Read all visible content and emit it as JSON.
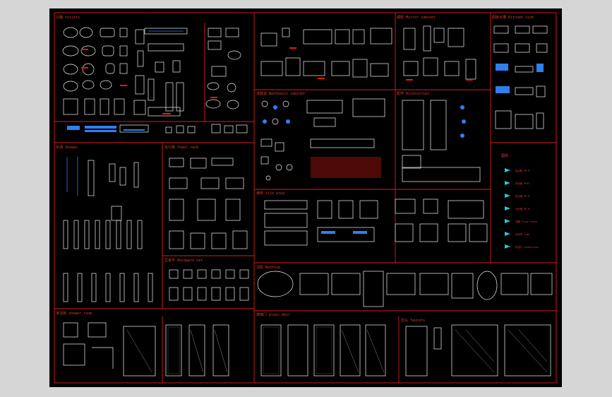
{
  "sections": [
    {
      "id": "toilets",
      "label": "马桶 toilets"
    },
    {
      "id": "washbasin",
      "label": "洗脸盆 Washbasin cabinet"
    },
    {
      "id": "mirror",
      "label": "镜柜 Mirror cabinet"
    },
    {
      "id": "kitchen-sink",
      "label": "厨房水槽 Kitchen sink"
    },
    {
      "id": "shower",
      "label": "花洒 Shower"
    },
    {
      "id": "towel-rack",
      "label": "毛巾架 Towel rack"
    },
    {
      "id": "tile-area",
      "label": "瓷砖 tile area"
    },
    {
      "id": "bathtub",
      "label": "浴缸 Bathtub"
    },
    {
      "id": "shower-room",
      "label": "淋浴房 shower room"
    },
    {
      "id": "glass-door",
      "label": "玻璃门 glass door"
    },
    {
      "id": "hardware",
      "label": "五金件 Hardware set"
    },
    {
      "id": "accessories",
      "label": "配件 Accessories"
    },
    {
      "id": "faucets",
      "label": "龙头 faucets"
    },
    {
      "id": "legend",
      "label": "图例"
    }
  ],
  "legend_items": [
    {
      "label": "给水管 PP-R"
    },
    {
      "label": "排水管 UPVC"
    },
    {
      "label": "热水管 PP-R"
    },
    {
      "label": "冷水管 PP-R"
    },
    {
      "label": "地漏 Floor drain"
    },
    {
      "label": "存水弯 trap"
    },
    {
      "label": "检查口 inspection"
    }
  ]
}
